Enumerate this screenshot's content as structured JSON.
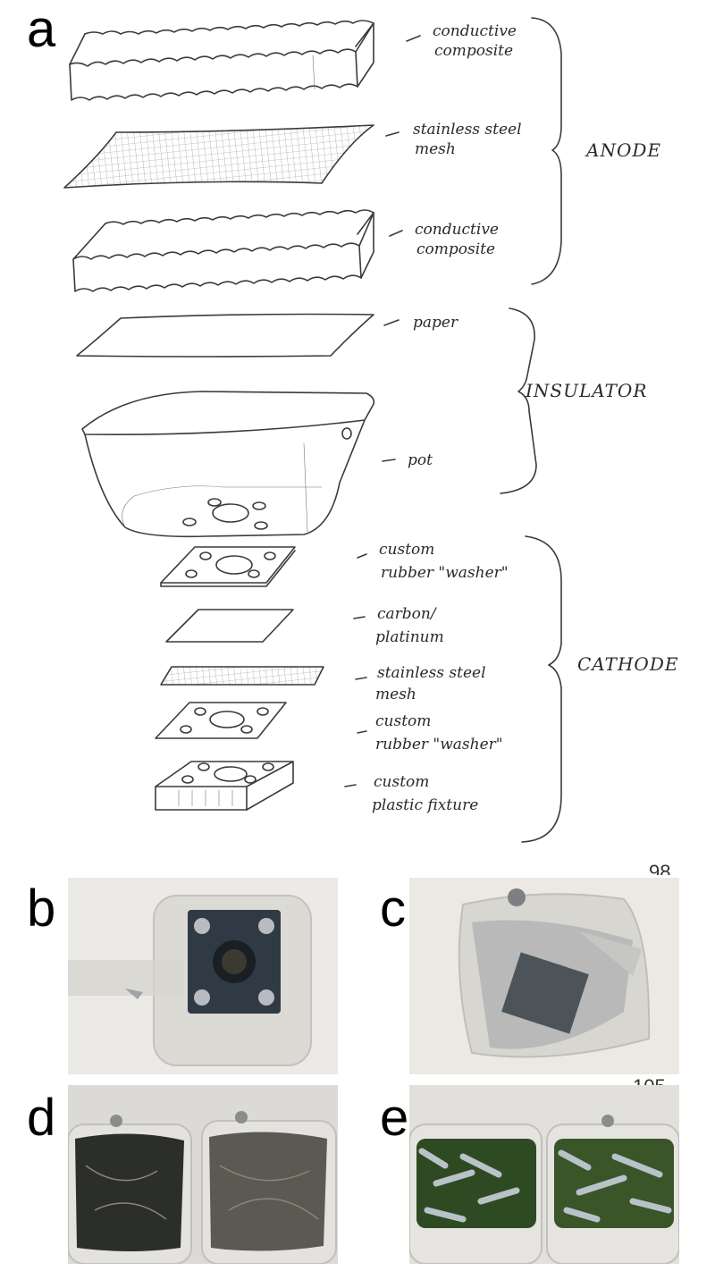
{
  "panels": {
    "a": "a",
    "b": "b",
    "c": "c",
    "d": "d",
    "e": "e"
  },
  "layers": [
    {
      "label_line1": "conductive",
      "label_line2": "composite"
    },
    {
      "label_line1": "stainless steel",
      "label_line2": "mesh"
    },
    {
      "label_line1": "conductive",
      "label_line2": "composite"
    },
    {
      "label_line1": "paper",
      "label_line2": ""
    },
    {
      "label_line1": "pot",
      "label_line2": ""
    },
    {
      "label_line1": "custom",
      "label_line2": "rubber \"washer\""
    },
    {
      "label_line1": "carbon/",
      "label_line2": "platinum"
    },
    {
      "label_line1": "stainless steel",
      "label_line2": "mesh"
    },
    {
      "label_line1": "custom",
      "label_line2": "rubber \"washer\""
    },
    {
      "label_line1": "custom",
      "label_line2": "plastic fixture"
    }
  ],
  "groups": {
    "anode": "ANODE",
    "insulator": "INSULATOR",
    "cathode": "CATHODE"
  },
  "stray_text": {
    "top": "98",
    "bottom": "105"
  },
  "colors": {
    "pencil": "#3a3a3a",
    "photo_bg": "#e8e6e2",
    "moss": "#2e4a22"
  }
}
